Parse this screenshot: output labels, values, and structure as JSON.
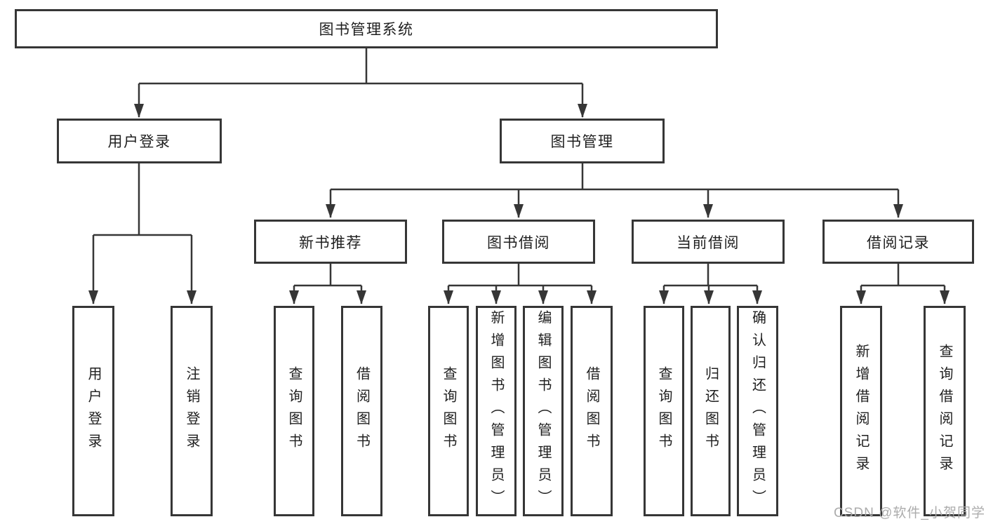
{
  "tree": {
    "root": {
      "label": "图书管理系统"
    },
    "login": {
      "label": "用户登录",
      "children": [
        {
          "label": "用户登录"
        },
        {
          "label": "注销登录"
        }
      ]
    },
    "management": {
      "label": "图书管理",
      "groups": [
        {
          "label": "新书推荐",
          "children": [
            {
              "label": "查询图书"
            },
            {
              "label": "借阅图书"
            }
          ]
        },
        {
          "label": "图书借阅",
          "children": [
            {
              "label": "查询图书"
            },
            {
              "label": "新增图书（管理员）"
            },
            {
              "label": "编辑图书（管理员）"
            },
            {
              "label": "借阅图书"
            }
          ]
        },
        {
          "label": "当前借阅",
          "children": [
            {
              "label": "查询图书"
            },
            {
              "label": "归还图书"
            },
            {
              "label": "确认归还（管理员）"
            }
          ]
        },
        {
          "label": "借阅记录",
          "children": [
            {
              "label": "新增借阅记录"
            },
            {
              "label": "查询借阅记录"
            }
          ]
        }
      ]
    }
  },
  "watermark": {
    "text": "CSDN @软件_小贺同学"
  },
  "colors": {
    "line": "#363636",
    "box_border": "#363636",
    "text": "#1f1f1f",
    "box_background": "#ffffff",
    "page_background": "#ffffff",
    "watermark": "#a8a8a8"
  }
}
